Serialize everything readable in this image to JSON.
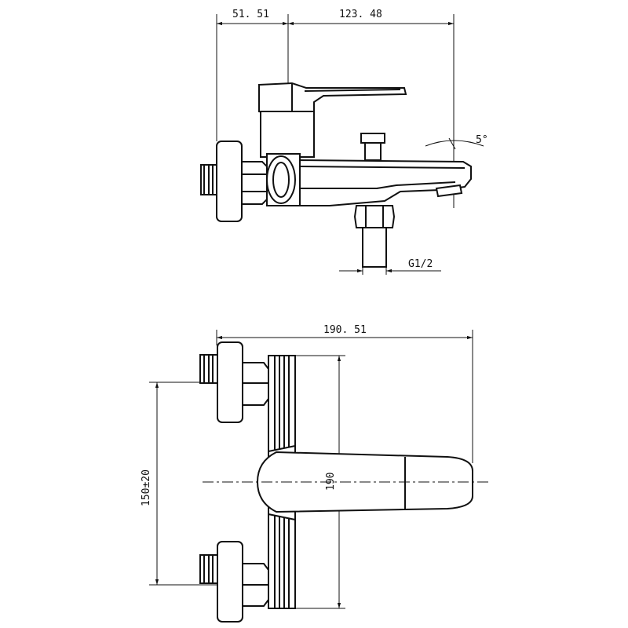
{
  "drawing": {
    "top_view": {
      "dim_offset": "51. 51",
      "dim_length": "123. 48",
      "dim_angle": "5°",
      "dim_thread": "G1/2"
    },
    "bottom_view": {
      "dim_width": "190. 51",
      "dim_centers": "150±20",
      "dim_height": "190"
    }
  }
}
